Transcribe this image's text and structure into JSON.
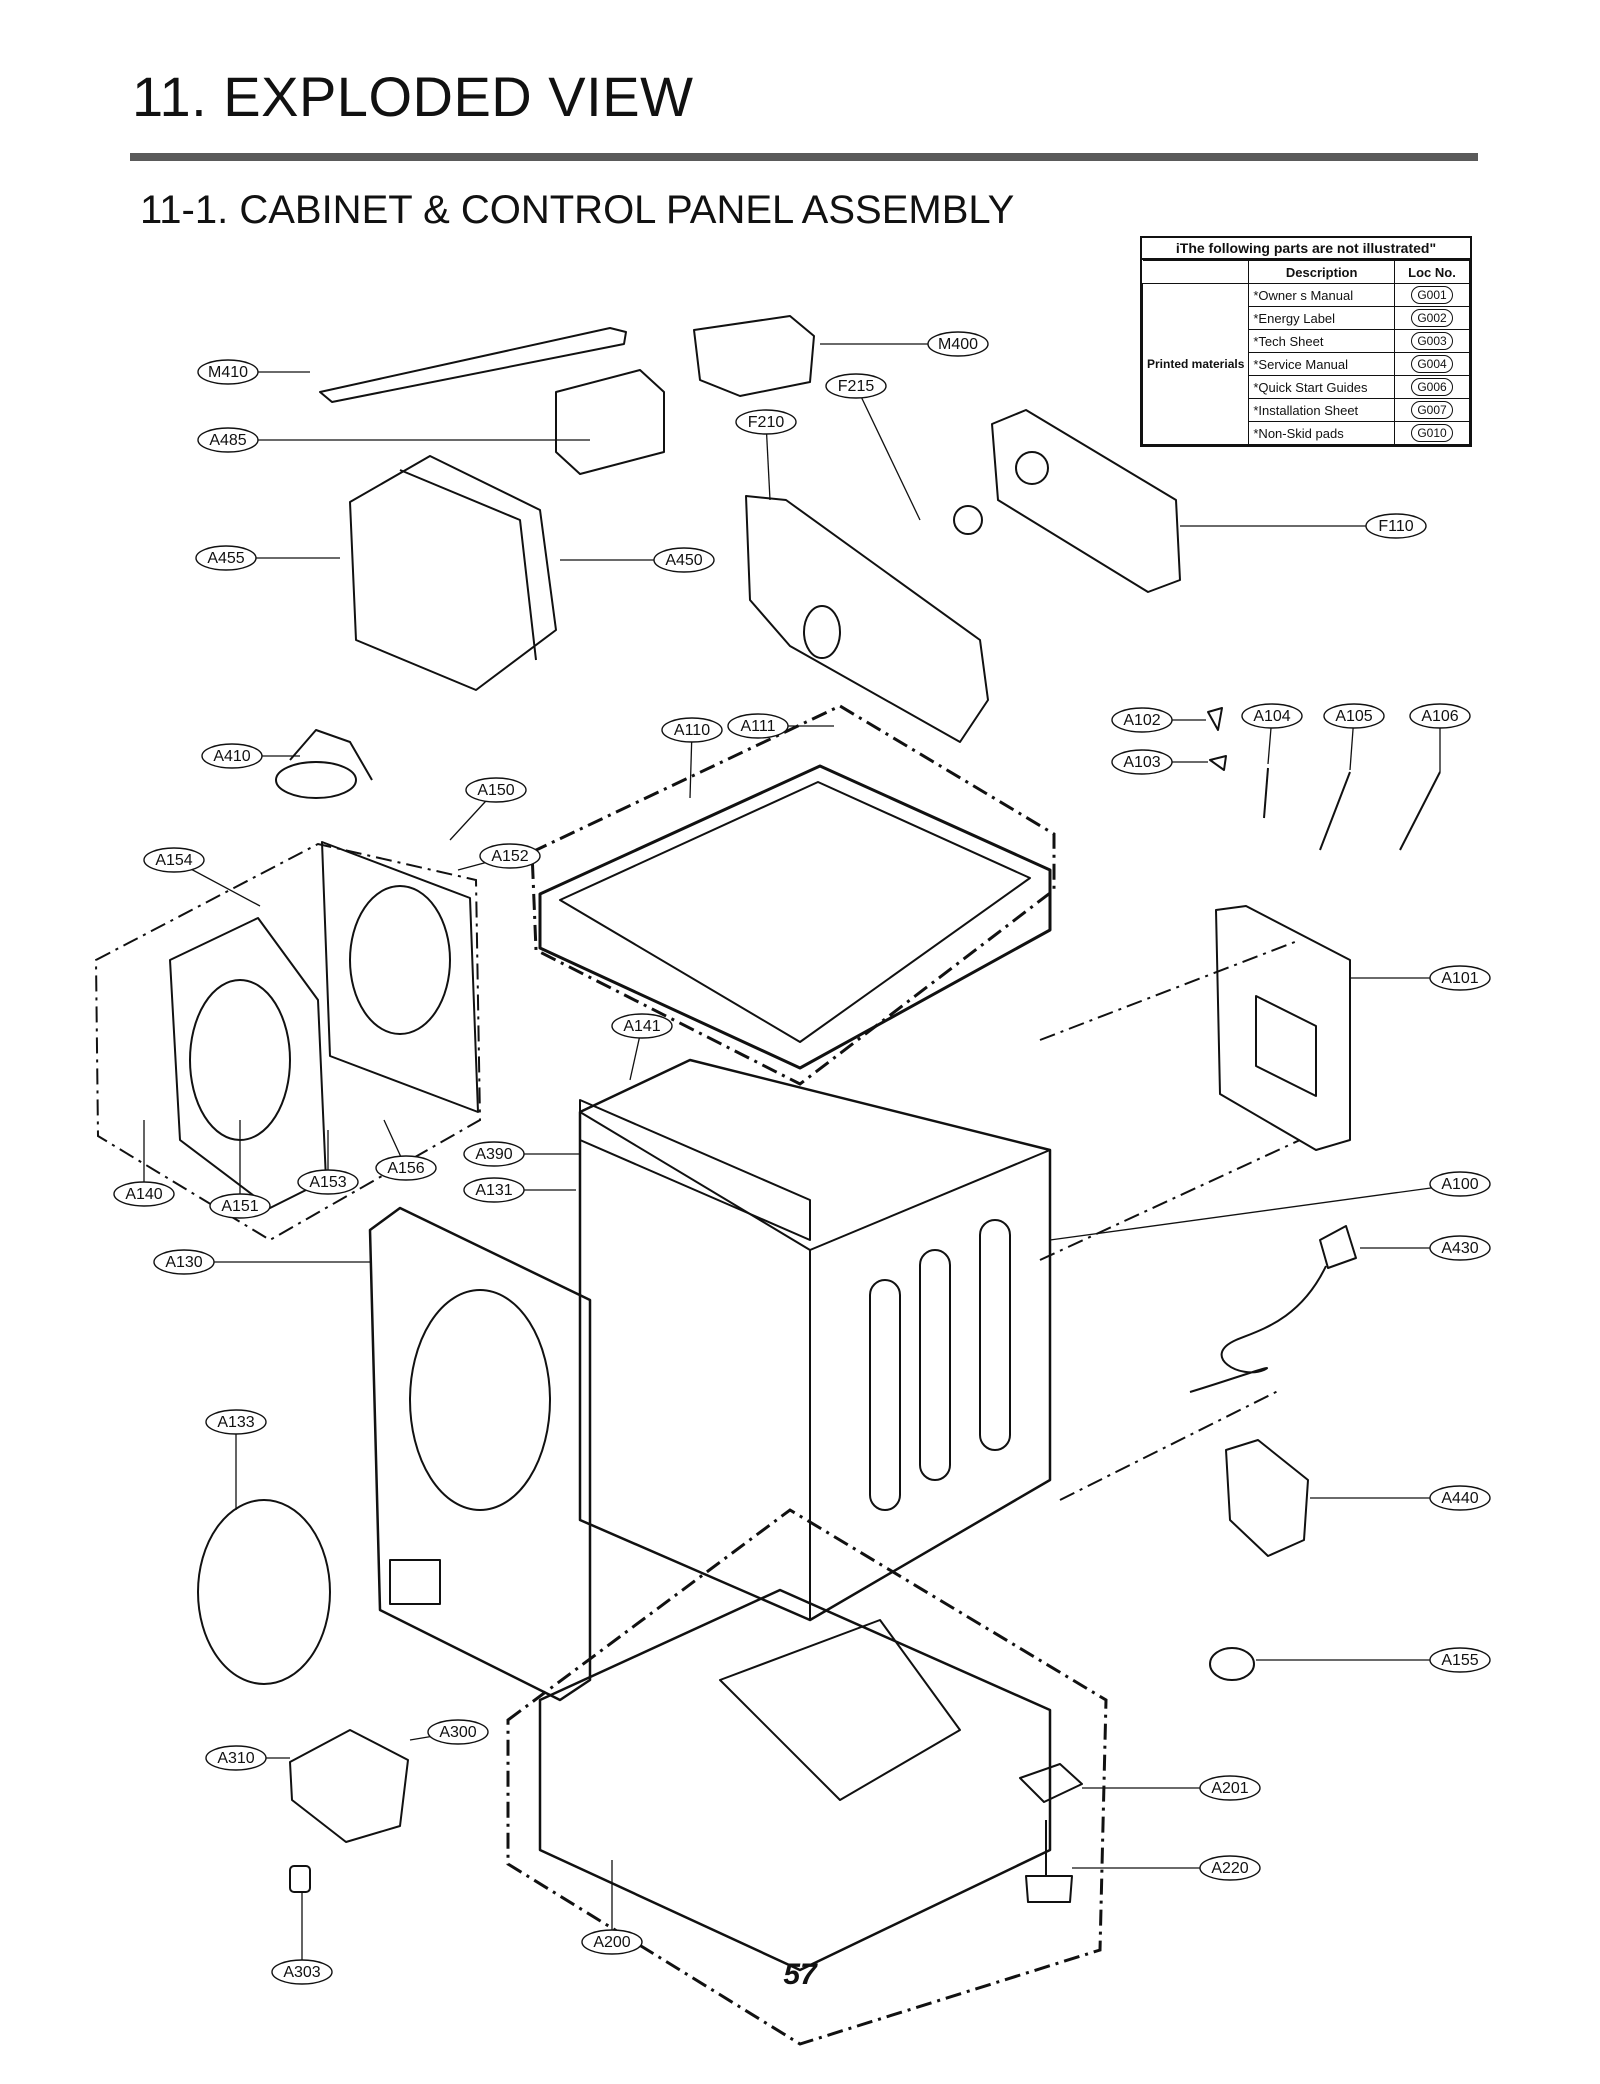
{
  "header": {
    "title": "11. EXPLODED VIEW",
    "subtitle": "11-1.  CABINET & CONTROL PANEL ASSEMBLY"
  },
  "legend": {
    "heading": "iThe following parts are not illustrated\"",
    "col_description": "Description",
    "col_loc": "Loc No.",
    "category": "Printed materials",
    "rows": [
      {
        "desc": "*Owner s Manual",
        "loc": "G001"
      },
      {
        "desc": "*Energy Label",
        "loc": "G002"
      },
      {
        "desc": "*Tech Sheet",
        "loc": "G003"
      },
      {
        "desc": "*Service Manual",
        "loc": "G004"
      },
      {
        "desc": "*Quick Start Guides",
        "loc": "G006"
      },
      {
        "desc": "*Installation Sheet",
        "loc": "G007"
      },
      {
        "desc": "*Non-Skid pads",
        "loc": "G010"
      }
    ]
  },
  "callouts": [
    "M410",
    "A485",
    "A455",
    "A450",
    "M400",
    "F215",
    "F210",
    "F110",
    "A410",
    "A102",
    "A104",
    "A105",
    "A106",
    "A103",
    "A110",
    "A111",
    "A150",
    "A154",
    "A152",
    "A101",
    "A141",
    "A390",
    "A131",
    "A140",
    "A153",
    "A156",
    "A151",
    "A100",
    "A130",
    "A430",
    "A133",
    "A440",
    "A155",
    "A300",
    "A310",
    "A201",
    "A220",
    "A303",
    "A200"
  ],
  "page_number": "57"
}
